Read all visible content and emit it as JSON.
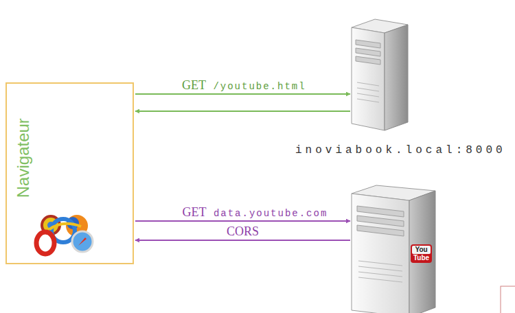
{
  "diagram": {
    "nodes": [
      {
        "text": [
          "Navigateur"
        ]
      },
      {
        "text": [
          "inoviabook.local:8000"
        ]
      },
      {
        "text": [
          "You Tube"
        ]
      }
    ],
    "edges": [
      {
        "from": 0,
        "to": 1,
        "label": "GET /youtube.html",
        "arrow": "to"
      },
      {
        "from": 1,
        "to": 0,
        "arrow": "to"
      },
      {
        "from": 0,
        "to": 2,
        "label": "GET data.youtube.com",
        "arrow": "to"
      },
      {
        "from": 2,
        "to": 0,
        "label": "CORS",
        "arrow": "to"
      }
    ]
  }
}
